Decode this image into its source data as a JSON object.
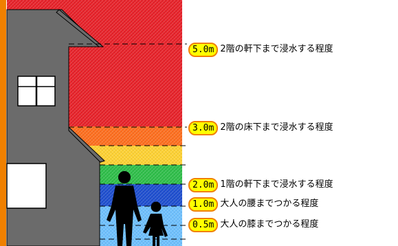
{
  "flood_levels": [
    {
      "depth": "5.0m",
      "description": "2階の軒下まで浸水する程度"
    },
    {
      "depth": "3.0m",
      "description": "2階の床下まで浸水する程度"
    },
    {
      "depth": "2.0m",
      "description": "1階の軒下まで浸水する程度"
    },
    {
      "depth": "1.0m",
      "description": "大人の腰までつかる程度"
    },
    {
      "depth": "0.5m",
      "description": "大人の膝までつかる程度"
    }
  ],
  "colors": {
    "band_over_5m": "#e8222a",
    "band_3_to_5m": "#ff6f1f",
    "band_2_to_3m": "#ffd233",
    "band_1_to_2m": "#2fbf4a",
    "band_05_to_1m": "#1f4fd0",
    "band_under_05m": "#6fc1ff",
    "house": "#6b6b6b",
    "house_edge": "#000000",
    "wall_line": "#f08000",
    "badge_fill": "#ffff00",
    "badge_border": "#f08000"
  }
}
